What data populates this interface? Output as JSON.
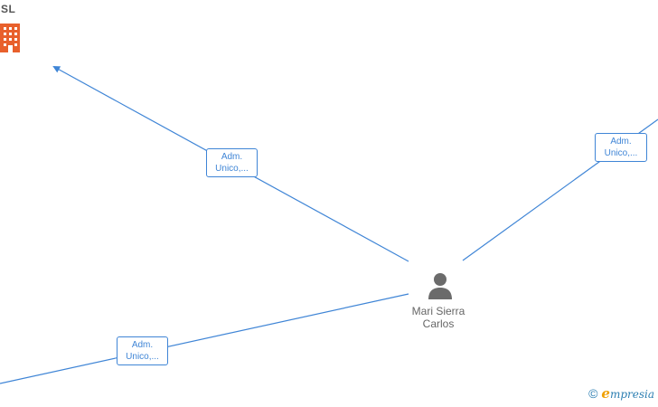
{
  "company": {
    "name_fragment": "SL",
    "icon": "building-icon",
    "icon_color": "#e8602c"
  },
  "person": {
    "name_line1": "Mari Sierra",
    "name_line2": "Carlos",
    "icon": "person-icon",
    "icon_color": "#6b6b6b"
  },
  "relations": [
    {
      "line1": "Adm.",
      "line2": "Unico,..."
    },
    {
      "line1": "Adm.",
      "line2": "Unico,..."
    },
    {
      "line1": "Adm.",
      "line2": "Unico,..."
    }
  ],
  "colors": {
    "edge": "#3f85d6",
    "label_text": "#3f85d6"
  },
  "watermark": {
    "symbol": "©",
    "brand_initial": "e",
    "brand_rest": "mpresia"
  }
}
